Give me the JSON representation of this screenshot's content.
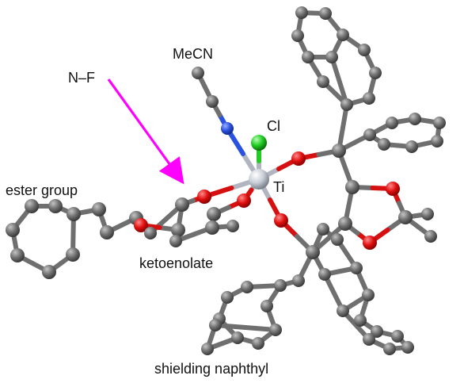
{
  "labels": {
    "mecn": "MeCN",
    "nf": "N–F",
    "cl": "Cl",
    "ti": "Ti",
    "ester": "ester group",
    "ketoenolate": "ketoenolate",
    "shielding": "shielding naphthyl"
  },
  "colors": {
    "carbon": "#6f6f6f",
    "oxygen": "#e01010",
    "nitrogen": "#2a52e0",
    "chlorine": "#22cc22",
    "titanium": "#c8cdd6",
    "arrow": "#ff00ff"
  }
}
